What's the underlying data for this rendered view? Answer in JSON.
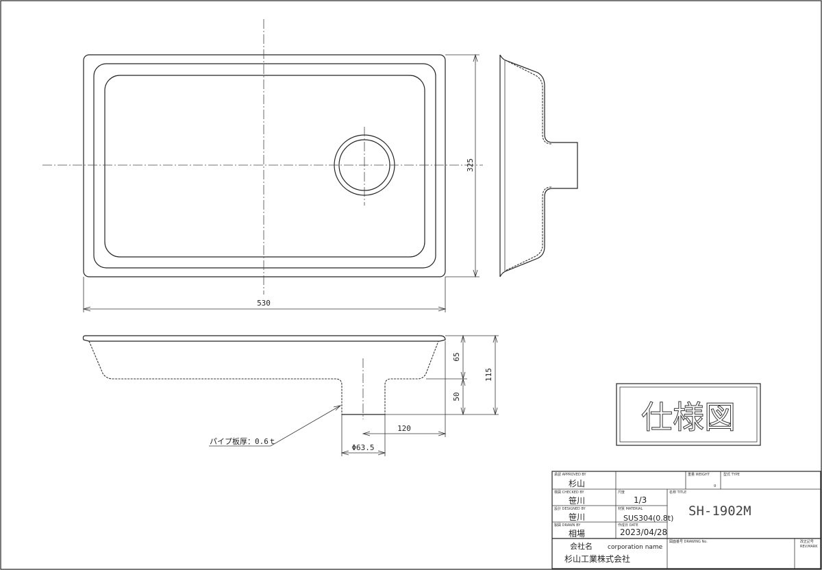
{
  "drawing": {
    "dimensions": {
      "width": "530",
      "depth": "325",
      "bowl_depth": "65",
      "pipe_length": "50",
      "total_height": "115",
      "drain_offset": "120",
      "drain_diameter": "Φ63.5"
    },
    "note": "パイプ板厚：0.6ｔ",
    "spec_label": "仕様図"
  },
  "title_block": {
    "approved_label": "承認  APPROVED BY",
    "approved_by": "杉山",
    "checked_label": "検図  CHECKED BY",
    "checked_by": "笹川",
    "designed_label": "設計  DESIGNED BY",
    "designed_by": "笹川",
    "drawn_label": "製図  DRAWN BY",
    "drawn_by": "相場",
    "scale_label": "尺度",
    "scale": "1/3",
    "material_label": "材質  MATERIAL",
    "material": "SUS304(0.8t)",
    "date_label": "作成日  DATE",
    "date": "2023/04/28",
    "weight_label": "重量  WEIGHT",
    "weight_unit": "g",
    "type_label": "型式  TYPE",
    "title_label": "名称  TITLE",
    "title": "SH-1902M",
    "corp_label": "会社名",
    "corp_label_en": "corporation name",
    "company": "杉山工業株式会社",
    "drawing_no_label": "図面番号  DRAWING No.",
    "rev_label": "改正記号",
    "rev_label_en": "REV.MARK"
  }
}
